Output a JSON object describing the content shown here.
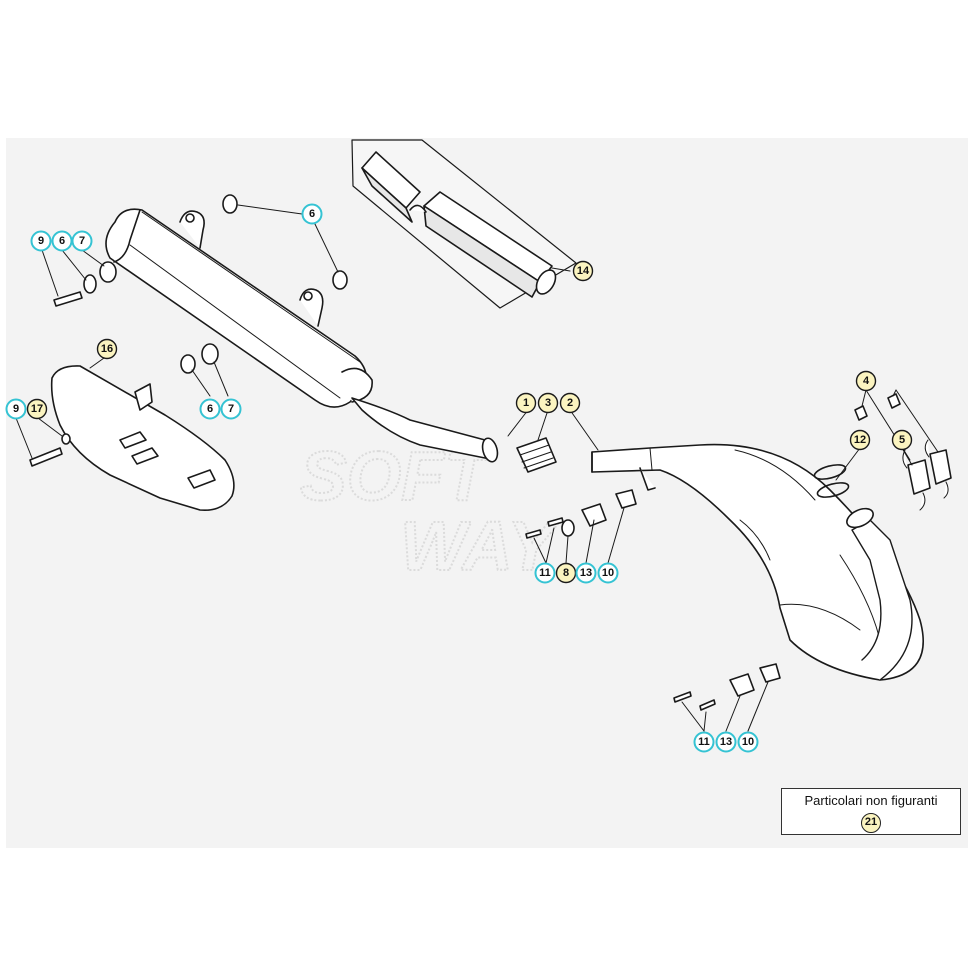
{
  "colors": {
    "yellow_fill": "#fbf4c0",
    "cyan_ring": "#35c3d3",
    "line": "#1a1a1a",
    "panel": "#f2f2f2"
  },
  "callouts": [
    {
      "label": "1",
      "style": "yellow"
    },
    {
      "label": "3",
      "style": "yellow"
    },
    {
      "label": "2",
      "style": "yellow"
    },
    {
      "label": "4",
      "style": "yellow"
    },
    {
      "label": "5",
      "style": "yellow"
    },
    {
      "label": "6",
      "style": "cyan"
    },
    {
      "label": "7",
      "style": "cyan"
    },
    {
      "label": "6",
      "style": "cyan"
    },
    {
      "label": "9",
      "style": "cyan"
    },
    {
      "label": "6",
      "style": "cyan"
    },
    {
      "label": "7",
      "style": "cyan"
    },
    {
      "label": "8",
      "style": "yellow"
    },
    {
      "label": "9",
      "style": "cyan"
    },
    {
      "label": "10",
      "style": "cyan"
    },
    {
      "label": "10",
      "style": "cyan"
    },
    {
      "label": "11",
      "style": "cyan"
    },
    {
      "label": "11",
      "style": "cyan"
    },
    {
      "label": "12",
      "style": "yellow"
    },
    {
      "label": "13",
      "style": "cyan"
    },
    {
      "label": "13",
      "style": "cyan"
    },
    {
      "label": "14",
      "style": "yellow"
    },
    {
      "label": "16",
      "style": "yellow"
    },
    {
      "label": "17",
      "style": "yellow"
    }
  ],
  "legend": {
    "title": "Particolari non figuranti",
    "badge": "21"
  }
}
